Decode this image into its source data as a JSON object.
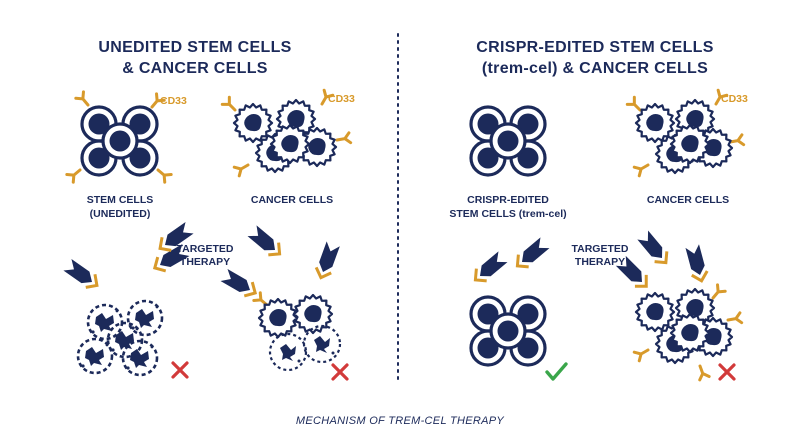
{
  "colors": {
    "navy": "#1c2a5a",
    "gold": "#d89a2b",
    "red": "#d23a3a",
    "green": "#3aa64a",
    "background": "#ffffff"
  },
  "left": {
    "title_line1": "UNEDITED STEM CELLS",
    "title_line2": "& CANCER CELLS",
    "stem_label_line1": "STEM CELLS",
    "stem_label_line2": "(UNEDITED)",
    "cancer_label": "CANCER CELLS",
    "marker_stem": "CD33",
    "marker_cancer": "CD33",
    "therapy_line1": "TARGETED",
    "therapy_line2": "THERAPY"
  },
  "right": {
    "title_line1": "CRISPR-EDITED STEM CELLS",
    "title_line2": "(trem-cel) & CANCER CELLS",
    "stem_label_line1": "CRISPR-EDITED",
    "stem_label_line2": "STEM CELLS (trem-cel)",
    "cancer_label": "CANCER CELLS",
    "marker_cancer": "CD33",
    "therapy_line1": "TARGETED",
    "therapy_line2": "THERAPY"
  },
  "caption": "MECHANISM OF TREM-CEL THERAPY",
  "icons": [
    "stem-cell-icon",
    "cancer-cell-icon",
    "cd33-receptor-icon",
    "targeted-therapy-arrow-icon",
    "destroyed-cell-icon",
    "cross-icon",
    "check-icon"
  ]
}
